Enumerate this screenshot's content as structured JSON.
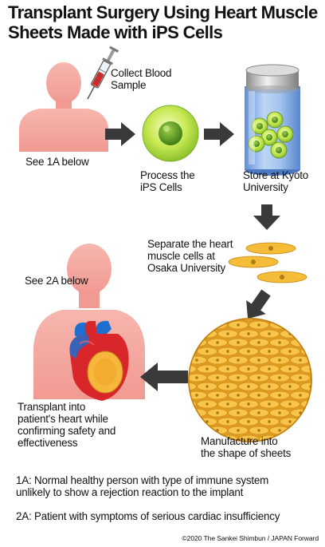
{
  "title": {
    "line1": "Transplant Surgery Using Heart Muscle",
    "line2": "Sheets Made with iPS Cells"
  },
  "steps": {
    "collect_blood": {
      "line1": "Collect Blood",
      "line2": "Sample"
    },
    "see_1a": "See  1A below",
    "process": {
      "line1": "Process the",
      "line2": "iPS Cells"
    },
    "store": {
      "line1": "Store at Kyoto",
      "line2": "University"
    },
    "separate": {
      "line1": "Separate the heart",
      "line2": "muscle cells at",
      "line3": "Osaka University"
    },
    "see_2a": "See 2A below",
    "manufacture": {
      "line1": "Manufacture into",
      "line2": "the shape of sheets"
    },
    "transplant": {
      "line1": "Transplant into",
      "line2": "patient's heart while",
      "line3": "confirming safety and",
      "line4": "effectiveness"
    }
  },
  "notes": {
    "note_1a": {
      "line1": "1A: Normal healthy person with type of immune system",
      "line2": "unlikely to show a rejection reaction to the implant"
    },
    "note_2a": "2A: Patient with symptoms of serious cardiac insufficiency"
  },
  "credit": "©2020 The Sankei Shimbun / JAPAN Forward",
  "colors": {
    "skin": "#f3a8a0",
    "cell_green": "#b7e04a",
    "cell_yellow": "#f6c34a",
    "arrow": "#3a3a3a",
    "heart_red": "#d8262b",
    "vessel_blue": "#1f6fd1"
  },
  "icons": [
    "syringe-icon",
    "ips-cell-icon",
    "storage-jar-icon",
    "muscle-cell-icon",
    "cell-sheet-icon",
    "heart-icon",
    "arrow-icon"
  ]
}
